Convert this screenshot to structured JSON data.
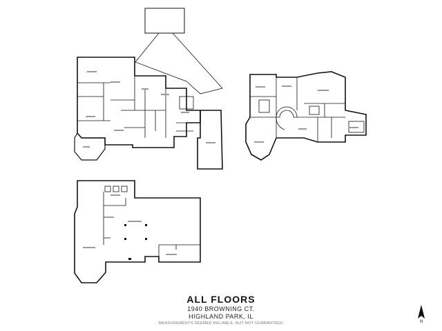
{
  "title": "ALL FLOORS",
  "address": "1940 BROWNING CT.",
  "city": "HIGHLAND PARK, IL",
  "disclaimer": "MEASUREMENTS DEEMED RELIABLE, BUT NOT GUARANTEED",
  "compass": {
    "label": "N"
  },
  "colors": {
    "wall": "#111111",
    "thin": "#555555",
    "deck": "#222222"
  }
}
